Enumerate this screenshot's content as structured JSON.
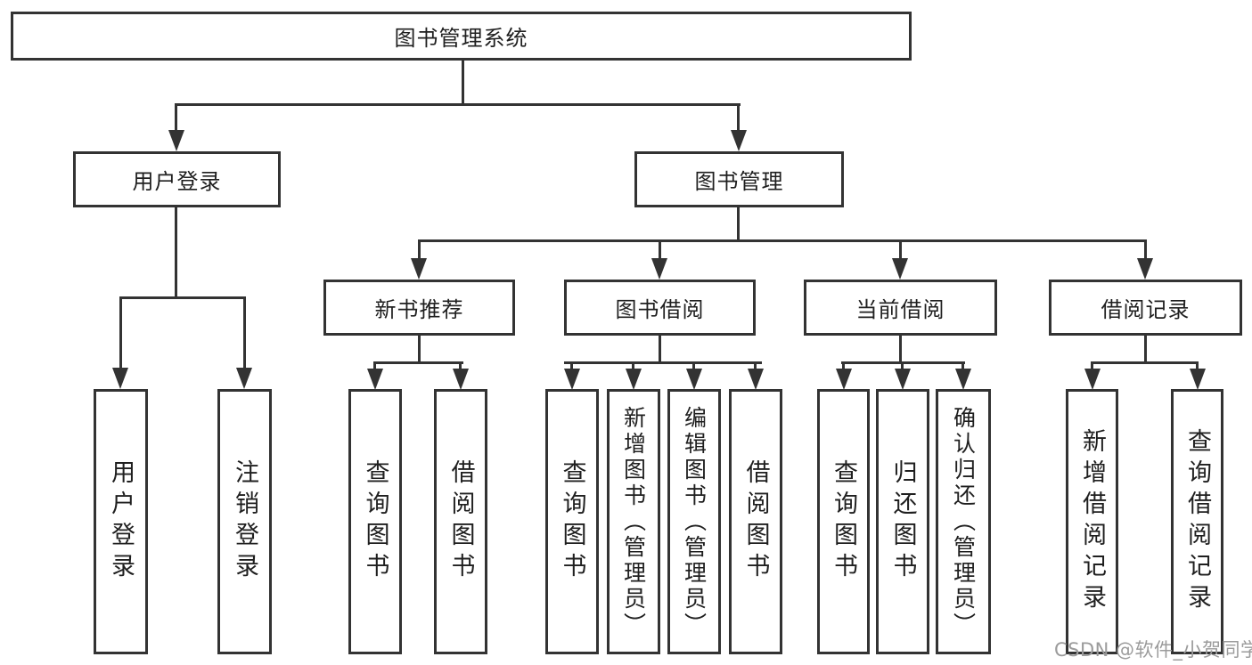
{
  "style": {
    "background": "#ffffff",
    "line_color": "#333333",
    "text_color": "#1f1f1f",
    "watermark_color": "#9b9b9b"
  },
  "tree": {
    "root": {
      "label": "图书管理系统"
    },
    "branches": [
      {
        "label": "用户登录",
        "leaves": [
          {
            "label": "用户登录"
          },
          {
            "label": "注销登录"
          }
        ]
      },
      {
        "label": "图书管理",
        "children": [
          {
            "label": "新书推荐",
            "leaves": [
              {
                "label": "查询图书"
              },
              {
                "label": "借阅图书"
              }
            ]
          },
          {
            "label": "图书借阅",
            "leaves": [
              {
                "label": "查询图书"
              },
              {
                "label": "新增图书（管理员）"
              },
              {
                "label": "编辑图书（管理员）"
              },
              {
                "label": "借阅图书"
              }
            ]
          },
          {
            "label": "当前借阅",
            "leaves": [
              {
                "label": "查询图书"
              },
              {
                "label": "归还图书"
              },
              {
                "label": "确认归还（管理员）"
              }
            ]
          },
          {
            "label": "借阅记录",
            "leaves": [
              {
                "label": "新增借阅记录"
              },
              {
                "label": "查询借阅记录"
              }
            ]
          }
        ]
      }
    ]
  },
  "watermark": {
    "text": "CSDN @软件_小贺同学"
  }
}
